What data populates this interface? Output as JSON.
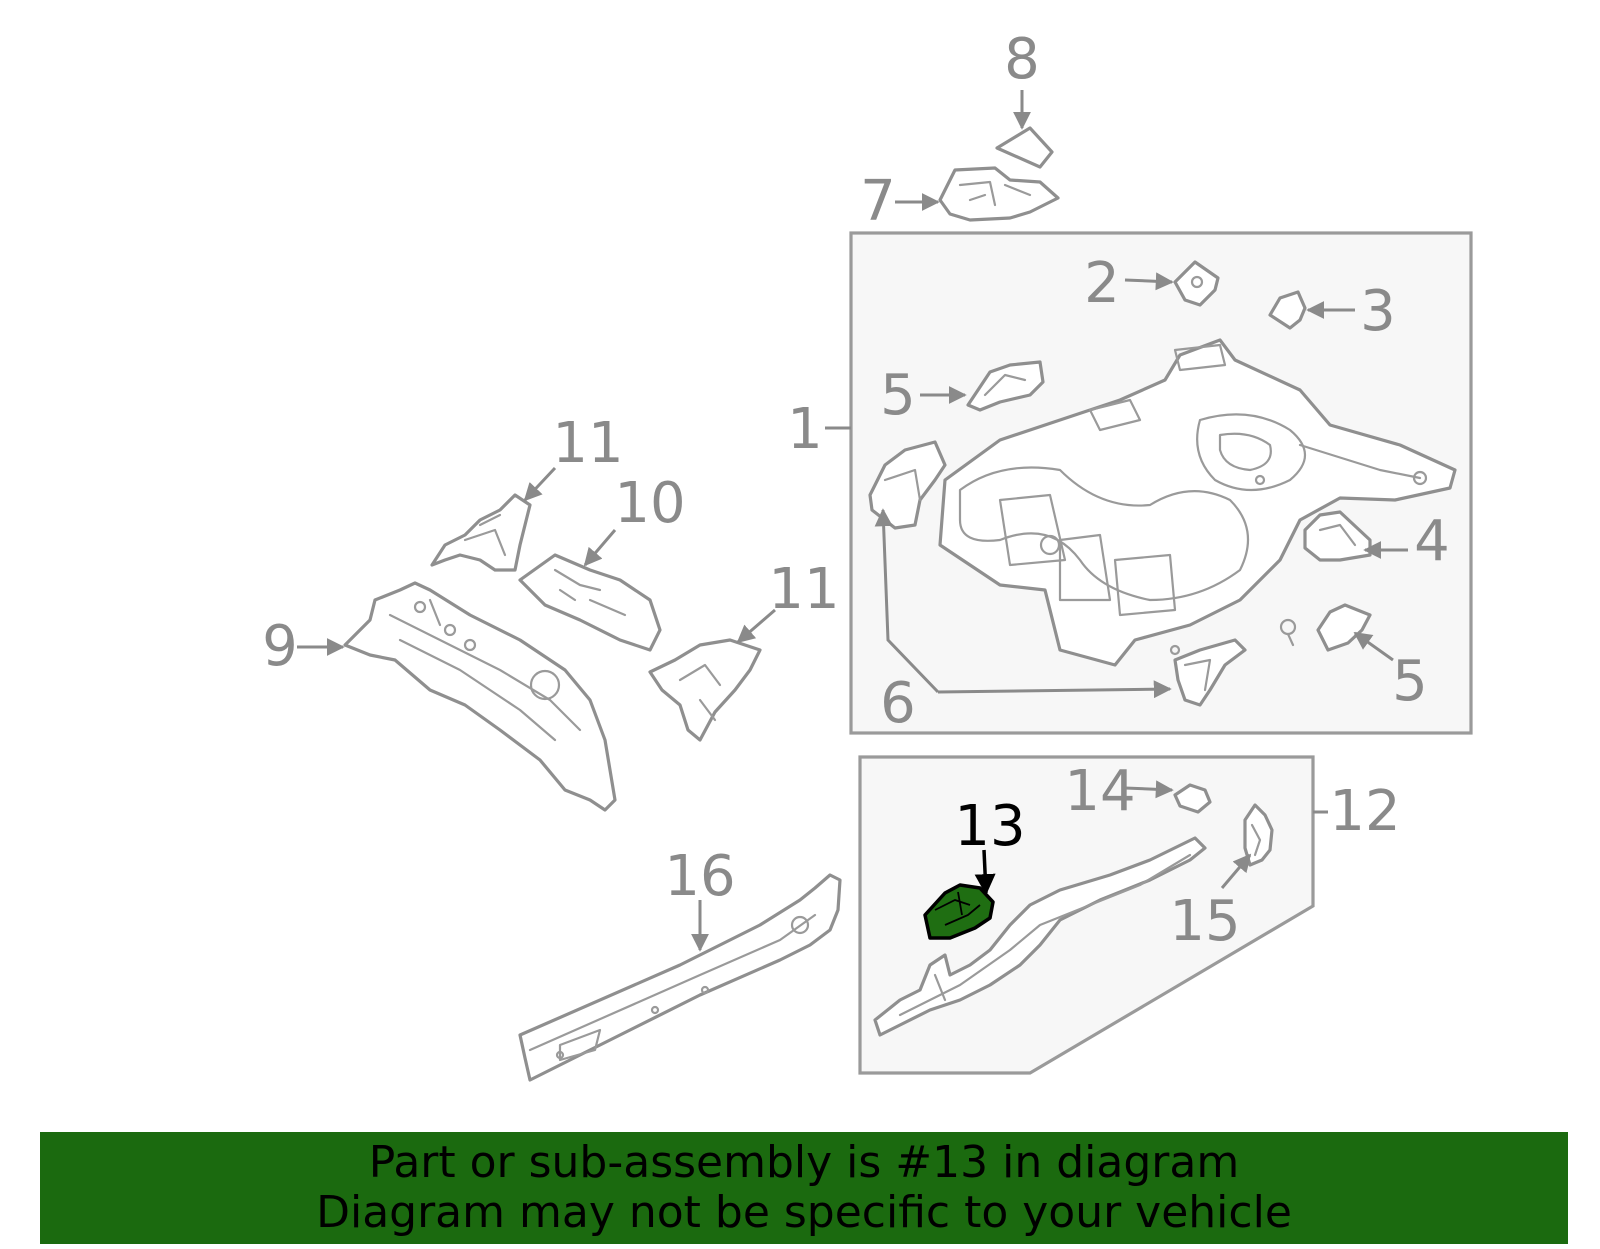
{
  "diagram": {
    "labels": {
      "c1": "1",
      "c2": "2",
      "c3": "3",
      "c4": "4",
      "c5a": "5",
      "c5b": "5",
      "c6": "6",
      "c7": "7",
      "c8": "8",
      "c9": "9",
      "c10": "10",
      "c11a": "11",
      "c11b": "11",
      "c12": "12",
      "c13": "13",
      "c14": "14",
      "c15": "15",
      "c16": "16"
    },
    "highlighted_part": "13",
    "colors": {
      "highlight_fill": "#1f6e12",
      "line_gray": "#8f8f8f",
      "banner_bg": "#1b6a0f",
      "box_bg": "#f7f7f7"
    }
  },
  "banner": {
    "line1": "Part or sub-assembly is #13 in diagram",
    "line2": "Diagram may not be specific to your vehicle"
  }
}
